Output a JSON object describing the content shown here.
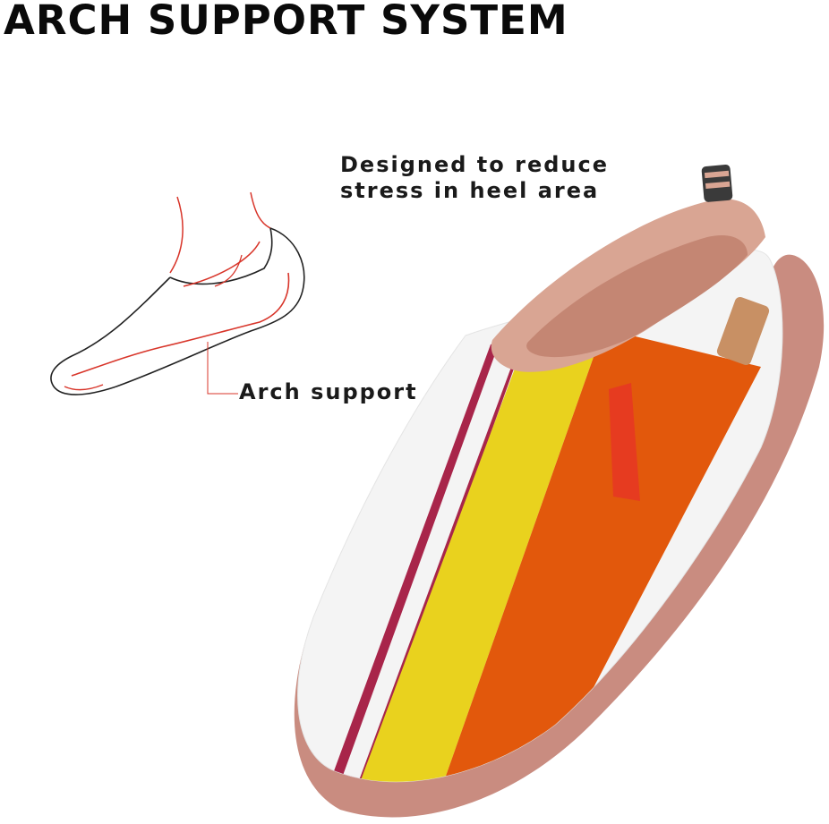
{
  "header": {
    "title": "ARCH SUPPORT SYSTEM"
  },
  "callouts": {
    "heel_line1": "Designed to reduce",
    "heel_line2": "stress in heel area",
    "arch": "Arch support"
  },
  "colors": {
    "background": "#ffffff",
    "title": "#0a0a0a",
    "sketch_outline": "#222222",
    "sketch_accent": "#d8352a",
    "shoe_white": "#f4f4f4",
    "stripe_orange": "#e2580c",
    "stripe_yellow": "#e9d21e",
    "stripe_magenta": "#a8254a",
    "stripe_red": "#e63b20",
    "sole_pink": "#c98c80",
    "lining_tan": "#d9a593",
    "heel_tab": "#c89064"
  },
  "icons": {
    "sketch": "foot-shoe-line-drawing-icon",
    "photo": "white-slip-on-shoe-with-stripes"
  }
}
